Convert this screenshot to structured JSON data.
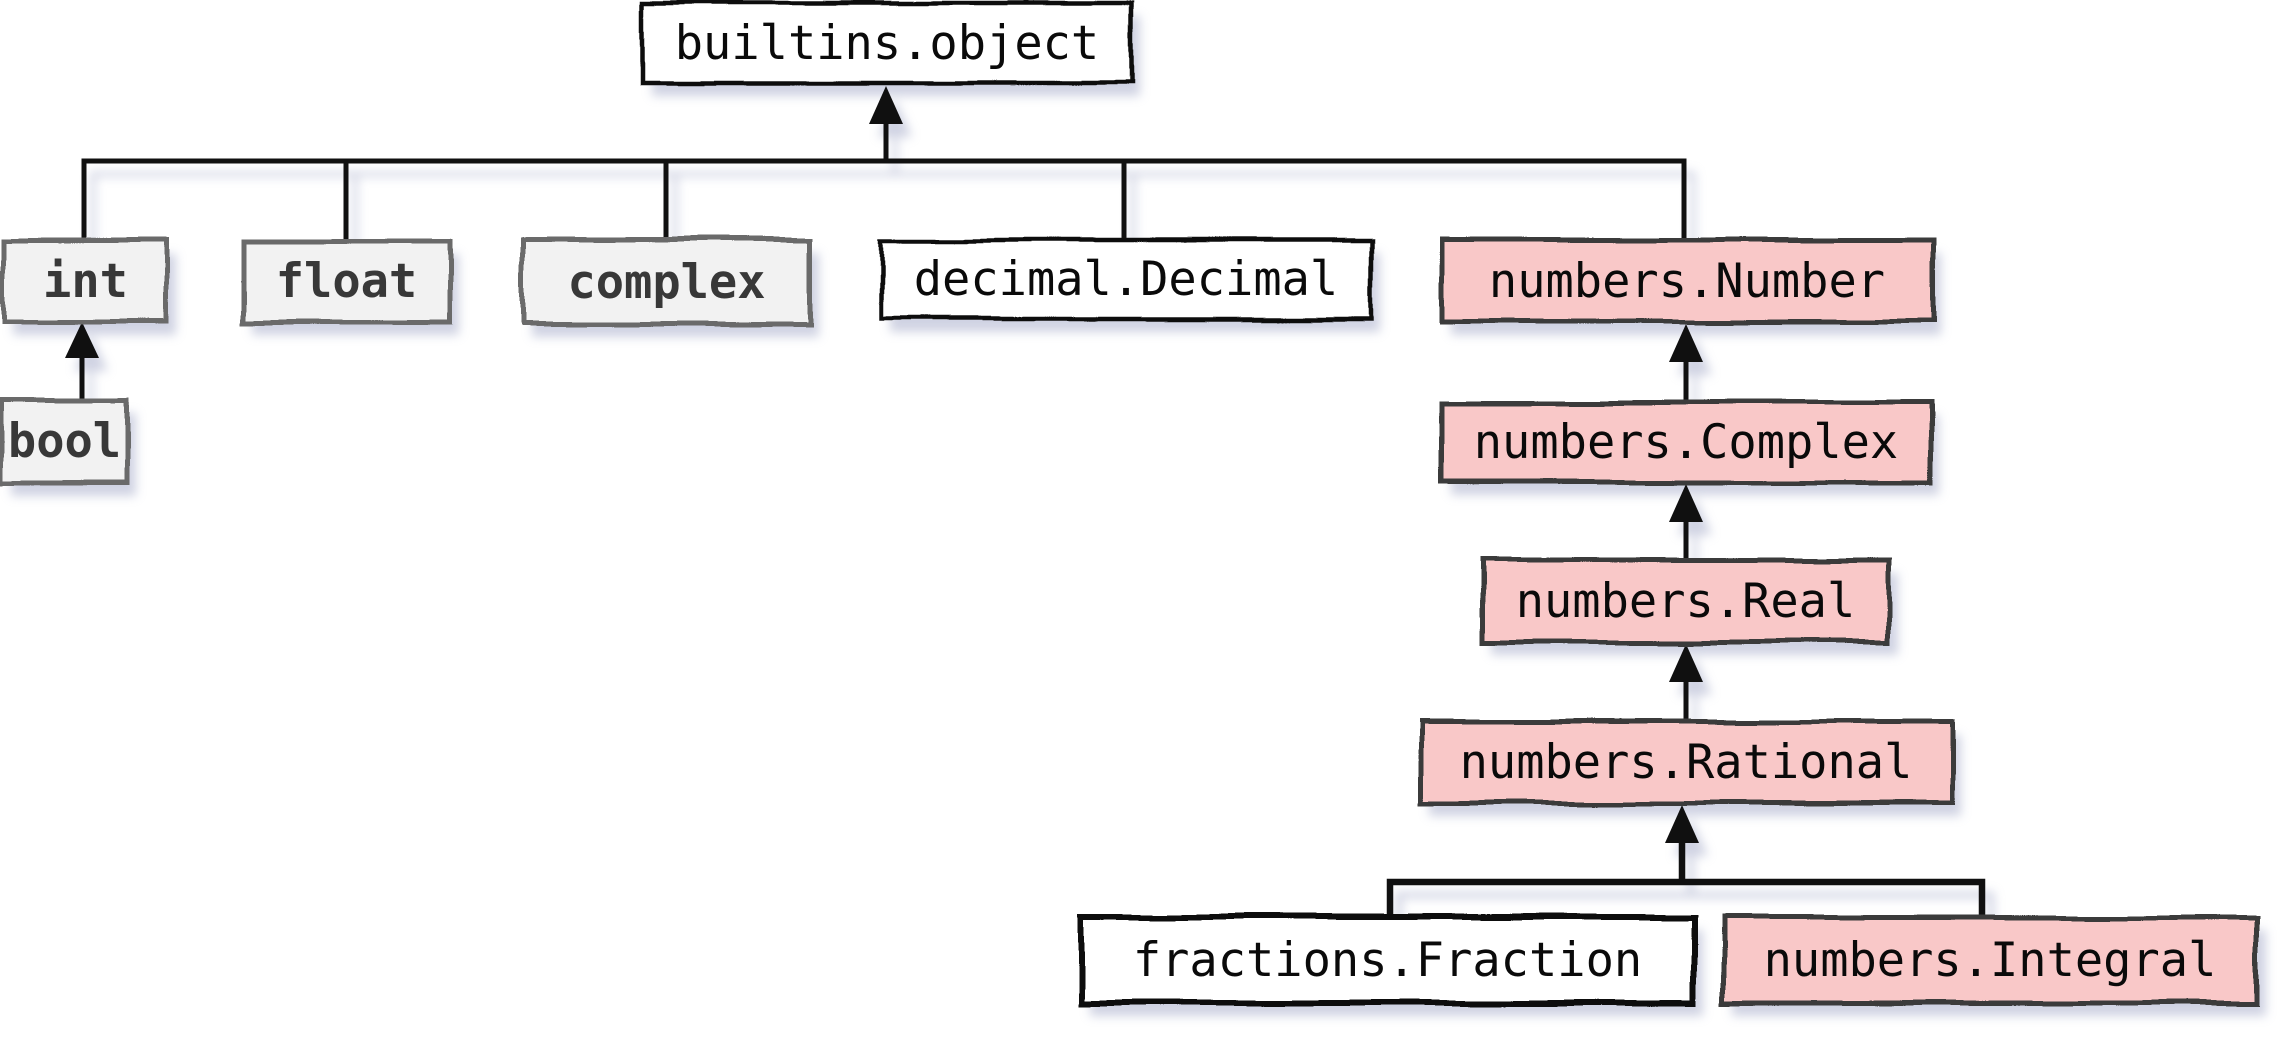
{
  "diagram": {
    "kind": "class-inheritance-tree",
    "arrow_meaning": "child points to parent class",
    "root_label": "builtins.object"
  },
  "colors": {
    "background": "#ffffff",
    "white_fill": "#ffffff",
    "gray_fill": "#f2f2f2",
    "pink_fill": "#f9c8c8",
    "white_border": "#0f0f0f",
    "gray_border": "#6b6b6b",
    "pink_border": "#3b3b3b",
    "line": "#101010",
    "shadow": "#b7bcd4",
    "text": "#0a0a0a",
    "text_gray": "#383838"
  },
  "nodes": [
    {
      "id": "builtins.object",
      "label": "builtins.object",
      "variant": "white"
    },
    {
      "id": "int",
      "label": "int",
      "variant": "gray"
    },
    {
      "id": "float",
      "label": "float",
      "variant": "gray"
    },
    {
      "id": "complex",
      "label": "complex",
      "variant": "gray"
    },
    {
      "id": "decimal.Decimal",
      "label": "decimal.Decimal",
      "variant": "white"
    },
    {
      "id": "numbers.Number",
      "label": "numbers.Number",
      "variant": "pink"
    },
    {
      "id": "bool",
      "label": "bool",
      "variant": "gray"
    },
    {
      "id": "numbers.Complex",
      "label": "numbers.Complex",
      "variant": "pink"
    },
    {
      "id": "numbers.Real",
      "label": "numbers.Real",
      "variant": "pink"
    },
    {
      "id": "numbers.Rational",
      "label": "numbers.Rational",
      "variant": "pink"
    },
    {
      "id": "fractions.Fraction",
      "label": "fractions.Fraction",
      "variant": "white"
    },
    {
      "id": "numbers.Integral",
      "label": "numbers.Integral",
      "variant": "pink"
    }
  ],
  "edges": [
    {
      "child": "int",
      "parent": "builtins.object"
    },
    {
      "child": "float",
      "parent": "builtins.object"
    },
    {
      "child": "complex",
      "parent": "builtins.object"
    },
    {
      "child": "decimal.Decimal",
      "parent": "builtins.object"
    },
    {
      "child": "numbers.Number",
      "parent": "builtins.object"
    },
    {
      "child": "bool",
      "parent": "int"
    },
    {
      "child": "numbers.Complex",
      "parent": "numbers.Number"
    },
    {
      "child": "numbers.Real",
      "parent": "numbers.Complex"
    },
    {
      "child": "numbers.Rational",
      "parent": "numbers.Real"
    },
    {
      "child": "fractions.Fraction",
      "parent": "numbers.Rational"
    },
    {
      "child": "numbers.Integral",
      "parent": "numbers.Rational"
    }
  ]
}
